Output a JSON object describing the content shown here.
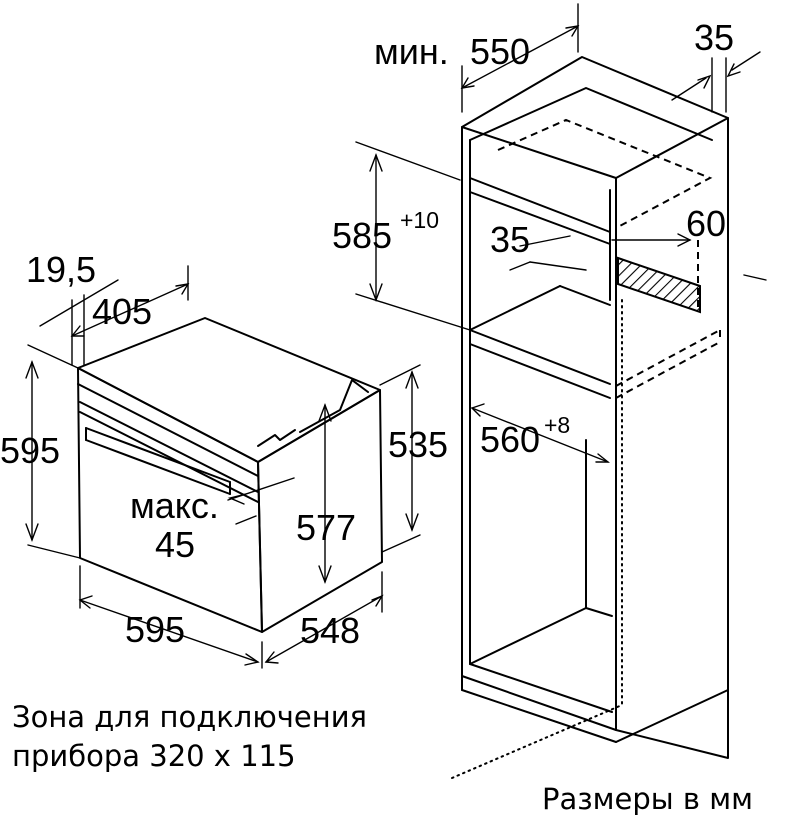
{
  "oven": {
    "width": "595",
    "height": "595",
    "depth": "548",
    "body_depth": "405",
    "front_thickness": "19,5",
    "inner_height": "577",
    "panel_height": "535",
    "handle_label": "макс.",
    "handle_value": "45"
  },
  "cabinet": {
    "min_prefix": "мин.",
    "min_depth": "550",
    "back_gap": "35",
    "niche_height": "585",
    "niche_tolerance": "+10",
    "shelf_gap": "35",
    "vent_depth": "60",
    "niche_width": "560",
    "width_tolerance": "+8"
  },
  "notes": {
    "connection_zone_line1": "Зона для подключения",
    "connection_zone_line2": "прибора 320 x 115",
    "units": "Размеры в мм"
  },
  "colors": {
    "line": "#000000",
    "background": "#ffffff"
  }
}
